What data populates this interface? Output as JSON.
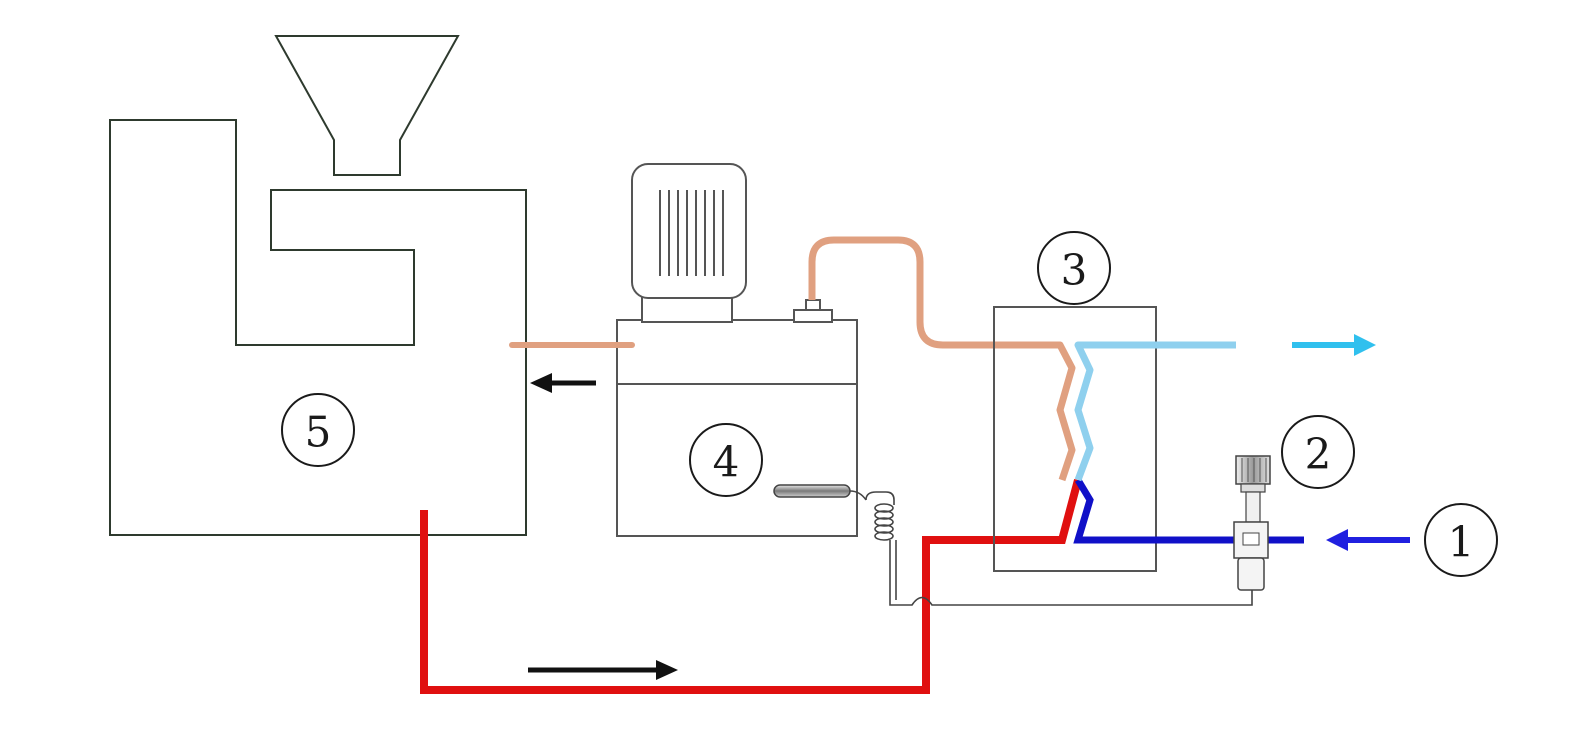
{
  "markers": [
    {
      "id": "inlet",
      "label": "1"
    },
    {
      "id": "valve",
      "label": "2"
    },
    {
      "id": "heat-exchanger",
      "label": "3"
    },
    {
      "id": "chiller-unit",
      "label": "4"
    },
    {
      "id": "machine",
      "label": "5"
    }
  ],
  "colors": {
    "hot_line": "#e01010",
    "cold_inlet": "#1010c8",
    "cold_outlet": "#8fd0ee",
    "warm_line": "#e0a080",
    "flow_arrow_dark": "#111111",
    "outlet_arrow": "#30c0ee",
    "inlet_arrow": "#2020e0",
    "outline": "#2e3a2e"
  }
}
